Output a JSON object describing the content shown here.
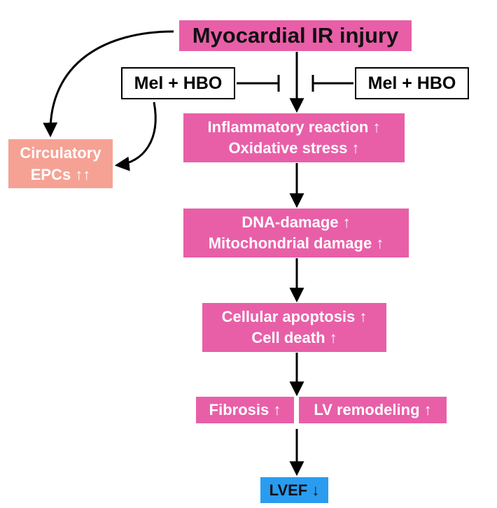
{
  "colors": {
    "node_fill": "#e85fa8",
    "epc_fill": "#f5a294",
    "lvef_fill": "#2a9cf0",
    "arrow": "#000000"
  },
  "nodes": {
    "ir": {
      "text": "Myocardial IR injury"
    },
    "mel_left": {
      "text": "Mel + HBO"
    },
    "mel_right": {
      "text": "Mel + HBO"
    },
    "epc": {
      "lines": [
        "Circulatory",
        "EPCs ↑↑"
      ]
    },
    "inflammation": {
      "lines": [
        "Inflammatory reaction ↑",
        "Oxidative stress ↑"
      ]
    },
    "dna": {
      "lines": [
        "DNA-damage ↑",
        "Mitochondrial damage ↑"
      ]
    },
    "apoptosis": {
      "lines": [
        "Cellular apoptosis ↑",
        "Cell death ↑"
      ]
    },
    "fibrosis": {
      "text": "Fibrosis ↑"
    },
    "lv": {
      "text": "LV remodeling ↑"
    },
    "lvef": {
      "text": "LVEF ↓"
    }
  }
}
